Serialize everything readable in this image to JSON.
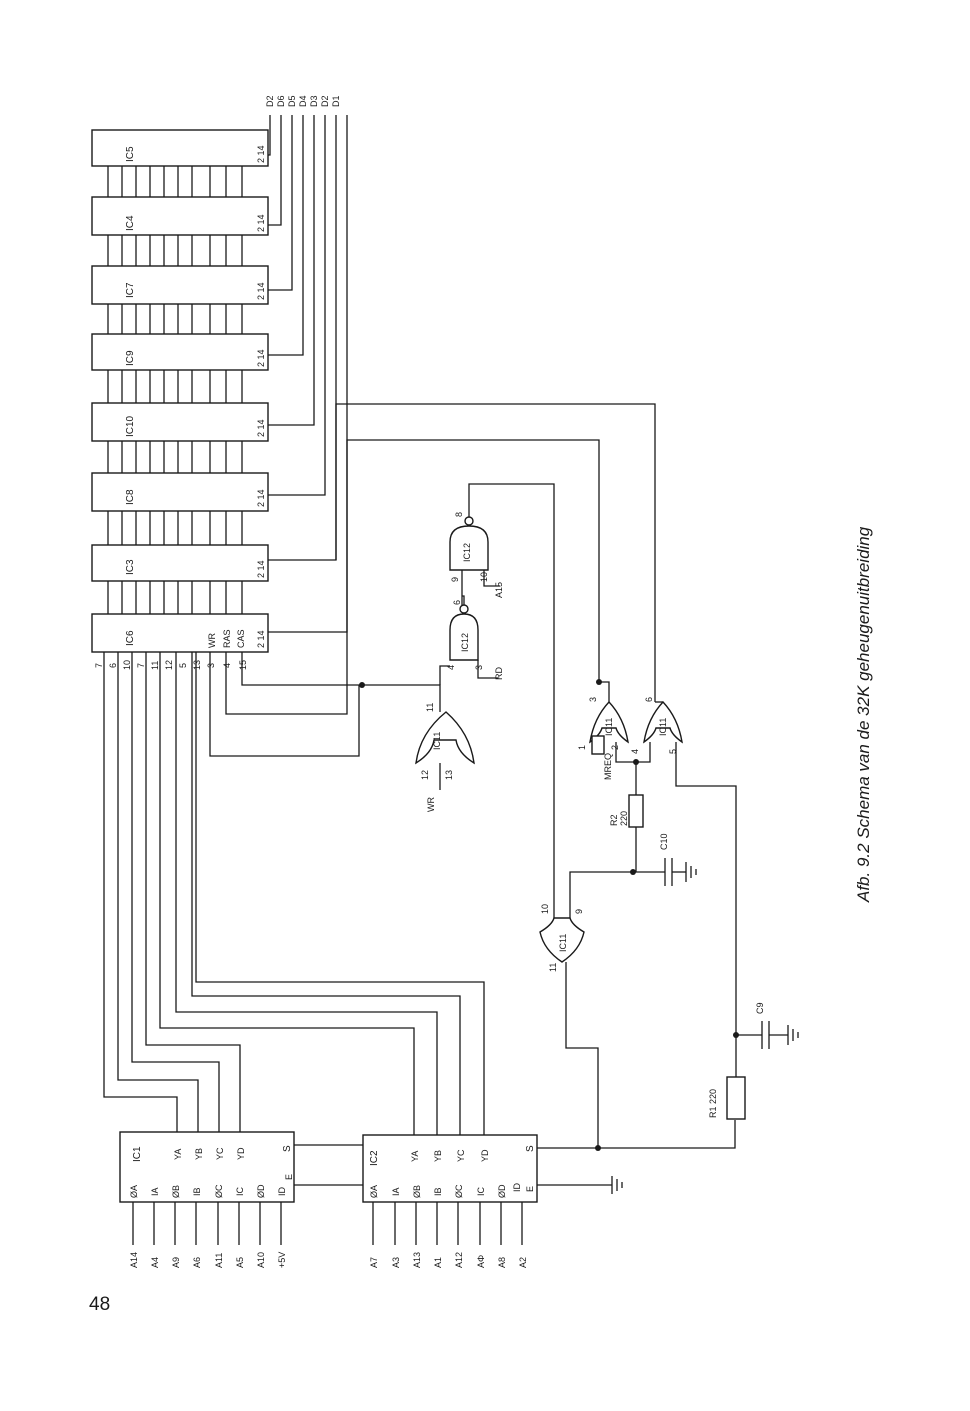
{
  "page_number": "48",
  "caption": "Afb. 9.2 Schema van de 32K geheugenuitbreiding",
  "data_bus_labels": [
    "D2",
    "D6",
    "D5",
    "D4",
    "D3",
    "D2",
    "D1"
  ],
  "ram_chips": [
    {
      "label": "IC5",
      "pins": "2 14"
    },
    {
      "label": "IC4",
      "pins": "2 14"
    },
    {
      "label": "IC7",
      "pins": "2 14"
    },
    {
      "label": "IC9",
      "pins": "2 14"
    },
    {
      "label": "IC10",
      "pins": "2 14"
    },
    {
      "label": "IC8",
      "pins": "2 14"
    },
    {
      "label": "IC3",
      "pins": "2 14"
    },
    {
      "label": "IC6",
      "pins": "2 14"
    }
  ],
  "ic6_signals": [
    "WR",
    "RAS",
    "CAS"
  ],
  "ic6_pin_numbers": [
    "7",
    "6",
    "10",
    "7",
    "11",
    "12",
    "5",
    "13",
    "3",
    "4",
    "15"
  ],
  "mux1": {
    "label": "IC1",
    "outputs": [
      "YA",
      "YB",
      "YC",
      "YD"
    ],
    "select": "S",
    "inputs": [
      "ØA",
      "IA",
      "ØB",
      "IB",
      "ØC",
      "IC",
      "ØD",
      "ID"
    ],
    "enable": "E",
    "addresses": [
      "A14",
      "A4",
      "A9",
      "A6",
      "A11",
      "A5",
      "A10",
      "+5V"
    ]
  },
  "mux2": {
    "label": "IC2",
    "outputs": [
      "YA",
      "YB",
      "YC",
      "YD"
    ],
    "select": "S",
    "inputs": [
      "ØA",
      "IA",
      "ØB",
      "IB",
      "ØC",
      "IC",
      "ØD",
      "ID"
    ],
    "enable": "E",
    "addresses": [
      "A7",
      "A3",
      "A13",
      "A1",
      "A12",
      "AΦ",
      "A8",
      "A2"
    ]
  },
  "gates": {
    "g1": {
      "label": "IC11",
      "in_pins": [
        "12",
        "13"
      ],
      "out_pin": "11",
      "input_signal": "WR"
    },
    "g2": {
      "label": "IC12",
      "in_pins": [
        "4",
        "3"
      ],
      "out_pin": "6",
      "input_signal": "RD"
    },
    "g3": {
      "label": "IC12",
      "in_pins": [
        "9",
        "10"
      ],
      "out_pin": "8",
      "input_signal": "A15"
    },
    "g4": {
      "label": "IC11",
      "in_pins": [
        "1",
        "2"
      ],
      "out_pin": "3",
      "input_signal": "MREQ"
    },
    "g5": {
      "label": "IC11",
      "in_pins": [
        "4",
        "5"
      ],
      "out_pin": "6"
    },
    "g6": {
      "label": "IC11",
      "in_pins": [
        "10",
        "9"
      ],
      "out_pin": "11"
    }
  },
  "passives": {
    "r2_name": "R2",
    "r2_value": "220",
    "c10": "C10",
    "r1": "R1 220",
    "c9": "C9"
  }
}
